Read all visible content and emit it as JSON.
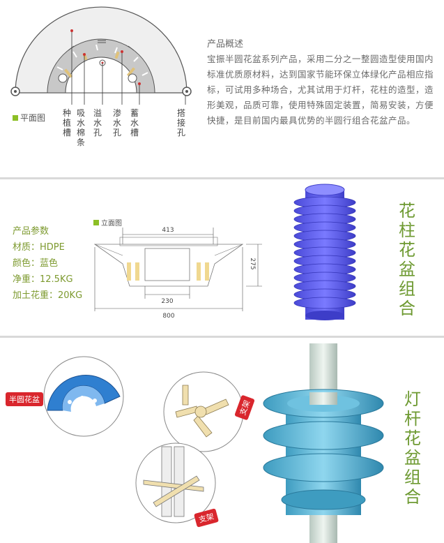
{
  "plan_view": {
    "label": "平面图",
    "callouts": [
      "种植槽",
      "吸水棉条",
      "溢水孔",
      "渗水孔",
      "蓄水槽",
      "搭接孔"
    ]
  },
  "intro": {
    "title": "产品概述",
    "body": "宝振半圆花盆系列产品，采用二分之一整圆造型使用国内标准优质原材料，达到国家节能环保立体绿化产品相应指标，可试用多种场合，尤其试用于灯杆，花柱的造型，造形美观，品质可靠，使用特殊固定装置，简易安装，方便快捷，是目前国内最具优势的半圆行组合花盆产品。"
  },
  "params": {
    "title": "产品参数",
    "material": "材质：HDPE",
    "color": "颜色：蓝色",
    "net_weight": "净重：12.5KG",
    "soil_weight": "加土花重：20KG"
  },
  "elevation": {
    "label": "立面图",
    "dim_top": "413",
    "dim_height": "275",
    "dim_inner": "230",
    "dim_total": "800"
  },
  "combo1": "花柱花盆组合",
  "combo2": "灯杆花盆组合",
  "parts": {
    "half_pot": "半圆花盆",
    "bracket_a": "支架",
    "bracket_b": "支架"
  },
  "colors": {
    "accent_green": "#8cbf26",
    "text_green": "#6e9a32",
    "tag_red": "#d9262d",
    "pot_blue": "#6060f0",
    "lamp_pot_cyan": "#5fb6d6"
  }
}
